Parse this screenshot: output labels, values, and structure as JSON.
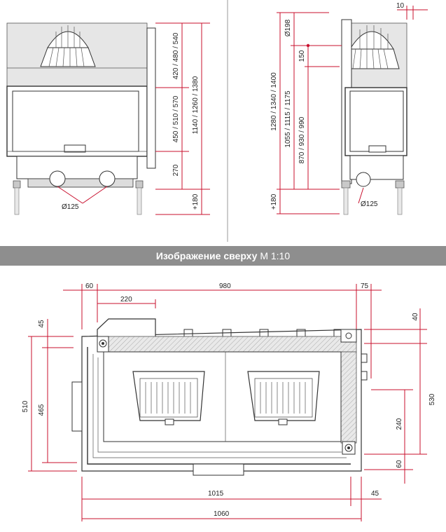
{
  "banner": {
    "title": "Изображение сверху",
    "scale": "М 1:10"
  },
  "front_view": {
    "dims_right": [
      "420 / 480 / 540",
      "450 / 510 / 570",
      "270",
      "1140 / 1260 / 1380",
      "+180"
    ],
    "flue_label": "Ø125"
  },
  "side_view": {
    "dim_top": "10",
    "dims_left": [
      "Ø198",
      "150",
      "1280 / 1340 / 1400",
      "1055 / 1115 / 1175",
      "870 / 930 / 990",
      "+180"
    ],
    "flue_label": "Ø125"
  },
  "top_view": {
    "dims_top": [
      "60",
      "980",
      "75",
      "220"
    ],
    "dims_left": [
      "45",
      "510",
      "465"
    ],
    "dims_right": [
      "40",
      "530",
      "240",
      "60"
    ],
    "dims_bottom": [
      "1015",
      "1060",
      "45"
    ]
  },
  "colors": {
    "dimension": "#c8102e",
    "banner": "#8e8e8e"
  }
}
